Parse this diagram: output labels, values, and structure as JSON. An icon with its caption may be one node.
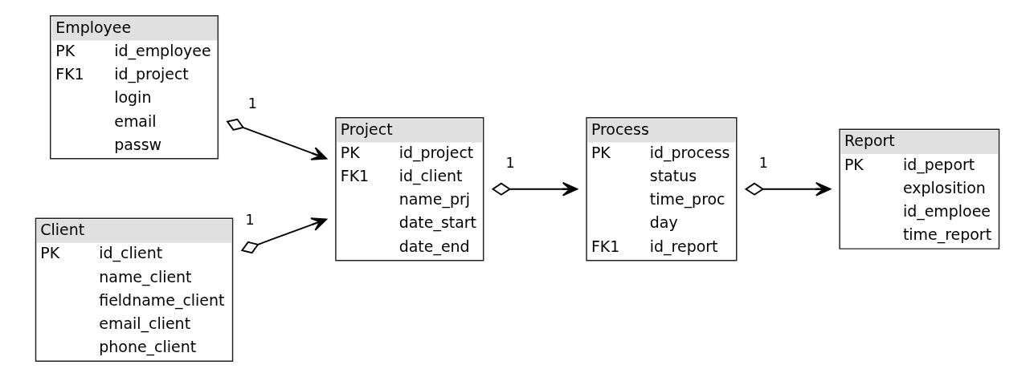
{
  "diagram": {
    "nodes": [
      {
        "text": [
          "Employee",
          "PK",
          "id_employee",
          "FK1",
          "id_project",
          "login",
          "email",
          "passw"
        ]
      },
      {
        "text": [
          "Project",
          "PK",
          "id_project",
          "FK1",
          "id_client",
          "name_prj",
          "date_start",
          "date_end"
        ]
      },
      {
        "text": [
          "Client",
          "PK",
          "id_client",
          "name_client",
          "fieldname_client",
          "email_client",
          "phone_client"
        ]
      },
      {
        "text": [
          "Process",
          "PK",
          "id_process",
          "status",
          "time_proc",
          "day",
          "FK1",
          "id_report"
        ]
      },
      {
        "text": [
          "Report",
          "PK",
          "id_peport",
          "explosition",
          "id_emploee",
          "time_report"
        ]
      }
    ],
    "edges": [
      {
        "from": 0,
        "to": 1,
        "arrow": "to",
        "label": "1"
      },
      {
        "from": 2,
        "to": 1,
        "arrow": "to",
        "label": "1"
      },
      {
        "from": 1,
        "to": 3,
        "arrow": "to",
        "label": "1"
      },
      {
        "from": 3,
        "to": 4,
        "arrow": "to",
        "label": "1"
      }
    ]
  }
}
